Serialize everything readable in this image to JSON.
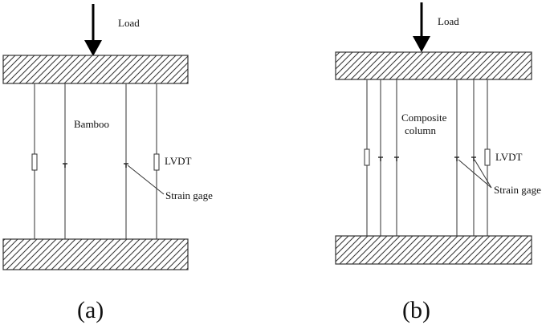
{
  "panel_a": {
    "load_label": "Load",
    "specimen_label": "Bamboo",
    "lvdt_label": "LVDT",
    "strain_gage_label": "Strain gage",
    "caption": "(a)"
  },
  "panel_b": {
    "load_label": "Load",
    "specimen_label_line1": "Composite",
    "specimen_label_line2": "column",
    "lvdt_label": "LVDT",
    "strain_gage_label": "Strain gage",
    "caption": "(b)"
  }
}
